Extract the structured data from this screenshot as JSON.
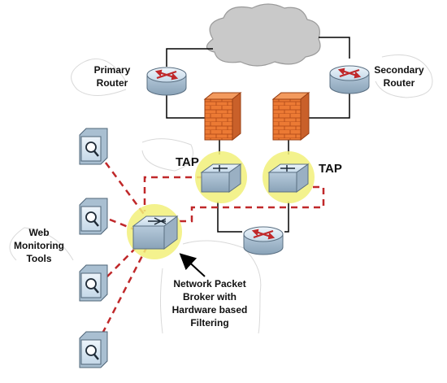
{
  "labels": {
    "primary_router": [
      "Primary",
      "Router"
    ],
    "secondary_router": [
      "Secondary",
      "Router"
    ],
    "tap_left": "TAP",
    "tap_right": "TAP",
    "web_monitoring": [
      "Web",
      "Monitoring",
      "Tools"
    ],
    "npb": [
      "Network Packet",
      "Broker with",
      "Hardware based",
      "Filtering"
    ]
  },
  "colors": {
    "link": "#000000",
    "monitor_link": "#c0282a",
    "highlight": "#f2f07a",
    "firewall": "#e8702a",
    "device_top": "#cfe0ee",
    "device_side": "#9fb6c8",
    "router_arrow": "#c0282a",
    "cloud": "#c8c8c8"
  },
  "icons": [
    "cloud-icon",
    "router-icon",
    "firewall-icon",
    "tap-switch-icon",
    "packet-broker-icon",
    "monitor-tool-icon"
  ]
}
